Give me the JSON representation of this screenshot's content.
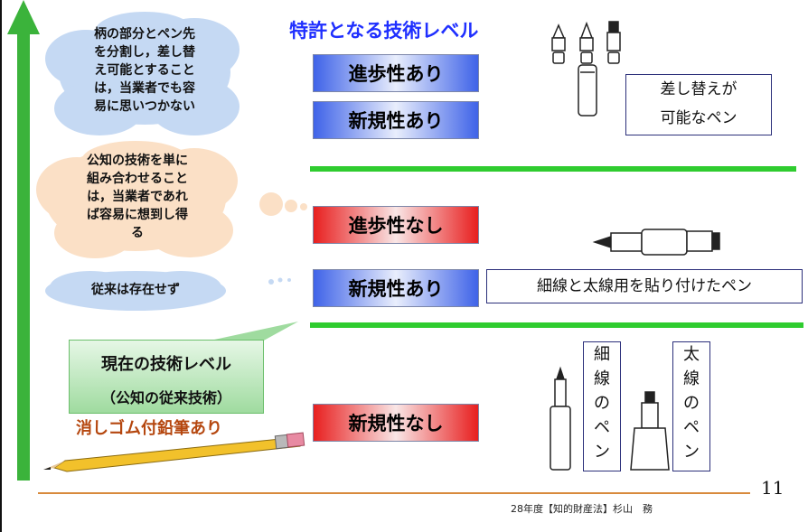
{
  "title": "特許となる技術レベル",
  "clouds": {
    "top": "柄の部分とペン先\nを分割し，差し替\nえ可能とすること\nは，当業者でも容\n易に思いつかない",
    "middle": "公知の技術を単に\n組み合わせること\nは，当業者であれ\nば容易に想到し得\nる",
    "bottom": "従来は存在せず"
  },
  "badges": {
    "top_progress": "進歩性あり",
    "top_novelty": "新規性あり",
    "mid_progress": "進歩性なし",
    "mid_novelty": "新規性あり",
    "bottom_novelty": "新規性なし"
  },
  "boxes": {
    "replaceable_line1": "差し替えが",
    "replaceable_line2": "可能なペン",
    "attached_pen": "細線と太線用を貼り付けたペン"
  },
  "current": {
    "line1": "現在の技術レベル",
    "line2": "（公知の従来技術）",
    "eraser_pencil": "消しゴム付鉛筆あり"
  },
  "vertical_labels": {
    "fine": [
      "細",
      "線",
      "の",
      "ペ",
      "ン"
    ],
    "thick": [
      "太",
      "線",
      "の",
      "ペ",
      "ン"
    ]
  },
  "footer": {
    "page_number": "11",
    "text": "28年度【知的財産法】杉山　務"
  },
  "colors": {
    "arrow": "#3bb33b",
    "title": "#1f2fff",
    "blue_badge": "#3f63e8",
    "red_badge": "#e81f1f",
    "divider": "#2fcc2f",
    "eraser_label": "#b5470f",
    "footer_line": "#d88a3c"
  }
}
